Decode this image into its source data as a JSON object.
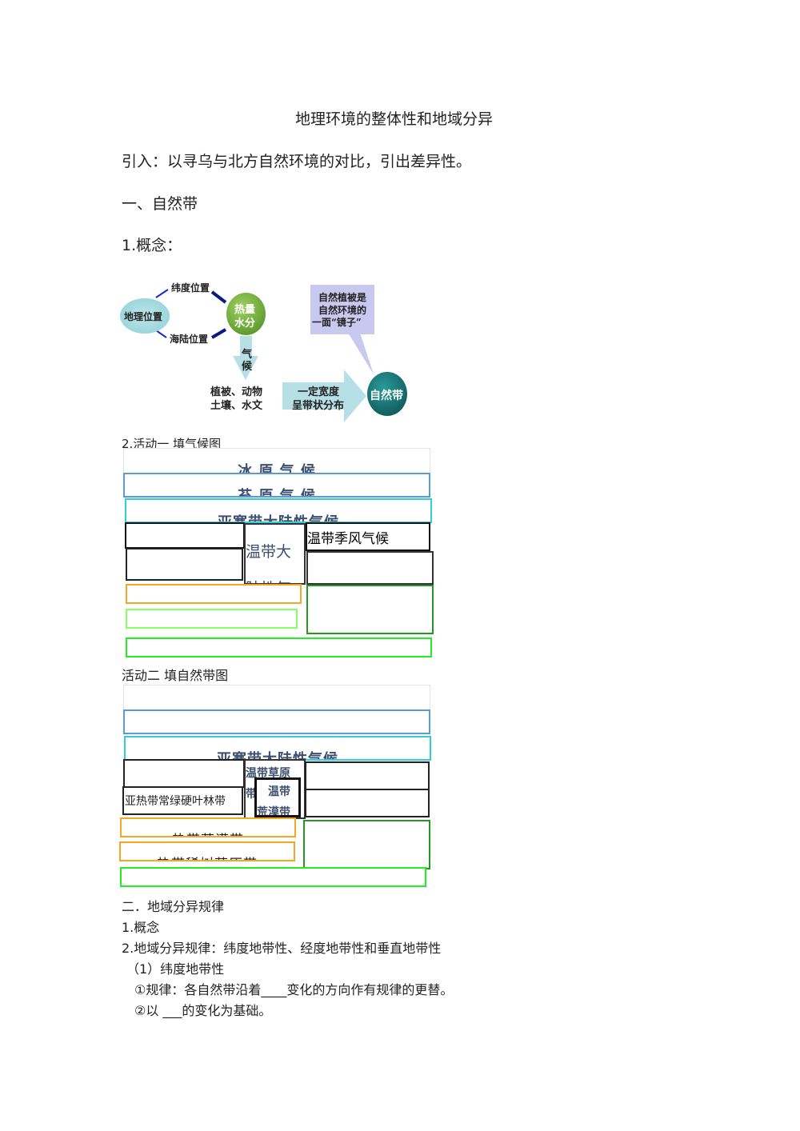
{
  "title": "地理环境的整体性和地域分异",
  "intro": "引入：以寻乌与北方自然环境的对比，引出差异性。",
  "section1": "一、自然带",
  "concept1": "1.概念：",
  "diagram": {
    "geo_position": "地理位置",
    "latitude_position": "纬度位置",
    "land_sea_position": "海陆位置",
    "heat_water_1": "热量",
    "heat_water_2": "水分",
    "climate_1": "气",
    "climate_2": "候",
    "elements_1": "植被、动物",
    "elements_2": "土壤、水文",
    "arrow_1": "一定宽度",
    "arrow_2": "呈带状分布",
    "callout_1": "自然植被是",
    "callout_2": "自然环境的",
    "callout_3": "一面“镜子”",
    "natural_zone": "自然带"
  },
  "activity1": {
    "heading": "2.活动一  填气候图",
    "ice": "冰 原 气 候",
    "tundra": "苔 原 气 候",
    "subarctic": "亚寒带大陆性气候",
    "temperate_continental": "温带大陆性气候",
    "temperate_monsoon": "温带季风气候"
  },
  "activity2": {
    "heading": "活动二  填自然带图",
    "subarctic": "亚寒带大陆性气候",
    "temperate_grassland": "温带草原",
    "temperate_grassland_2": "带",
    "temperate_desert_1": "温带",
    "temperate_desert_2": "荒漠带",
    "subtropical_sclerophyll": "亚热带常绿硬叶林带",
    "tropical_desert": "热带荒漠带",
    "tropical_savanna": "热带稀树草原带"
  },
  "section2": "二．地域分异规律",
  "concept2": "1.概念",
  "law": "2.地域分异规律：纬度地带性、经度地带性和垂直地带性",
  "sub1": "（1）纬度地带性",
  "rule": "①规律：各自然带沿着____变化的方向作有规律的更替。",
  "basis": "②以 ___的变化为基础。"
}
